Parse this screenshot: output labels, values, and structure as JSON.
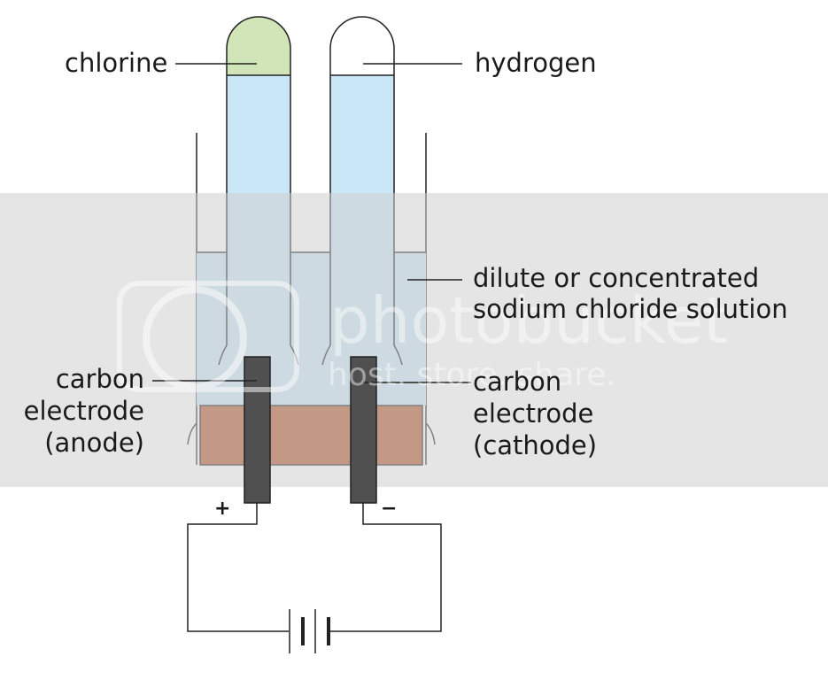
{
  "labels": {
    "chlorine": "chlorine",
    "hydrogen": "hydrogen",
    "solution_line1": "dilute or concentrated",
    "solution_line2": "sodium chloride solution",
    "anode_line1": "carbon",
    "anode_line2": "electrode",
    "anode_line3": "(anode)",
    "cathode_line1": "carbon",
    "cathode_line2": "electrode",
    "cathode_line3": "(cathode)",
    "plus": "+",
    "minus": "−"
  },
  "watermark": {
    "main": "photobucket",
    "sub": "host. store. share."
  },
  "colors": {
    "chlorine_gas": "#d2e5b8",
    "tube_liquid": "#c9e7f6",
    "solution": "#b3d0df",
    "base": "#b35528",
    "electrode": "#505050",
    "band": "#cfcfcf",
    "line": "#222222"
  }
}
